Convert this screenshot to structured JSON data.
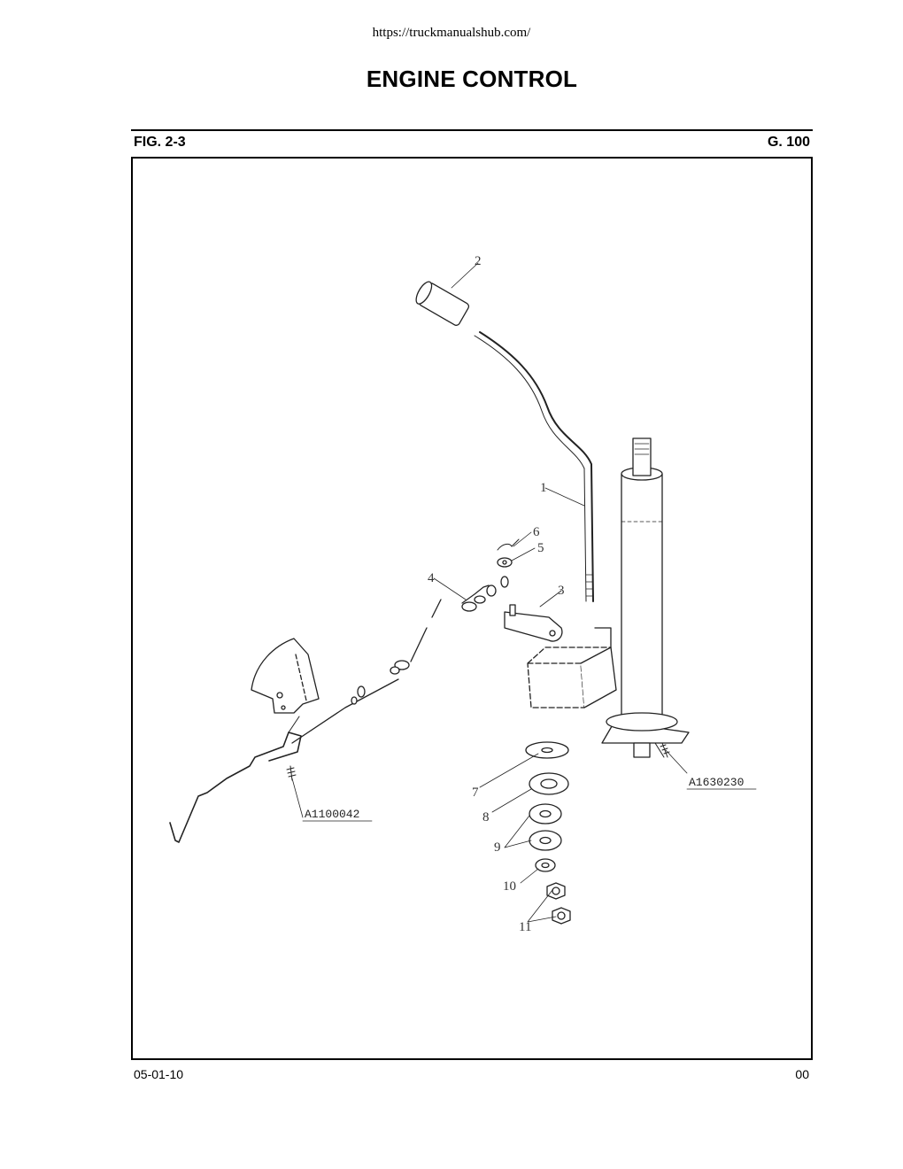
{
  "header": {
    "url": "https://truckmanualshub.com/",
    "title": "ENGINE CONTROL"
  },
  "figure": {
    "fig_label": "FIG. 2-3",
    "group_label": "G. 100",
    "callouts": {
      "c1": "1",
      "c2": "2",
      "c3": "3",
      "c4": "4",
      "c5": "5",
      "c6": "6",
      "c7": "7",
      "c8": "8",
      "c9": "9",
      "c10": "10",
      "c11": "11"
    },
    "part_numbers": {
      "right_bolt": "A1630230",
      "left_bolt": "A1100042"
    }
  },
  "footer": {
    "date": "05-01-10",
    "revision": "00"
  }
}
